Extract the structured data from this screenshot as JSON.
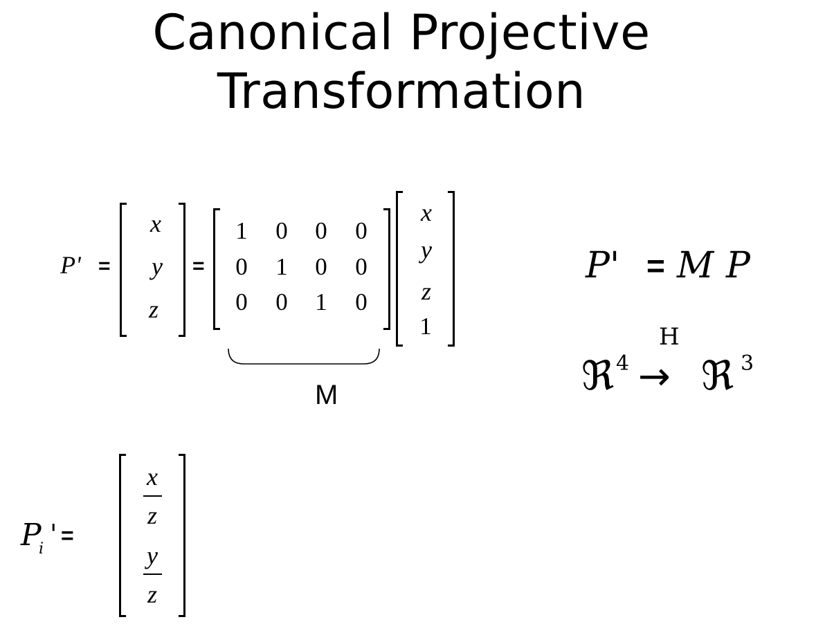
{
  "slide": {
    "title_line1": "Canonical Projective",
    "title_line2": "Transformation"
  },
  "equation1": {
    "lhs": "P'",
    "equals": "=",
    "result_vector": [
      "x",
      "y",
      "z"
    ],
    "equals2": "=",
    "matrix_rows": [
      [
        "1",
        "0",
        "0",
        "0"
      ],
      [
        "0",
        "1",
        "0",
        "0"
      ],
      [
        "0",
        "0",
        "1",
        "0"
      ]
    ],
    "input_vector": [
      "x",
      "y",
      "z",
      "1"
    ],
    "brace_label": "M"
  },
  "equation2": {
    "lhs": "P'",
    "equals": "=",
    "m": "M",
    "p": "P"
  },
  "mapping": {
    "domain": "ℜ",
    "domain_exp": "4",
    "arrow": "→",
    "arrow_label": "H",
    "codomain": "ℜ",
    "codomain_exp": "3"
  },
  "equation3": {
    "lhs": "P",
    "lhs_sub": "i",
    "lhs_prime": "'",
    "equals": "=",
    "fractions": [
      {
        "num": "x",
        "den": "z"
      },
      {
        "num": "y",
        "den": "z"
      }
    ]
  }
}
